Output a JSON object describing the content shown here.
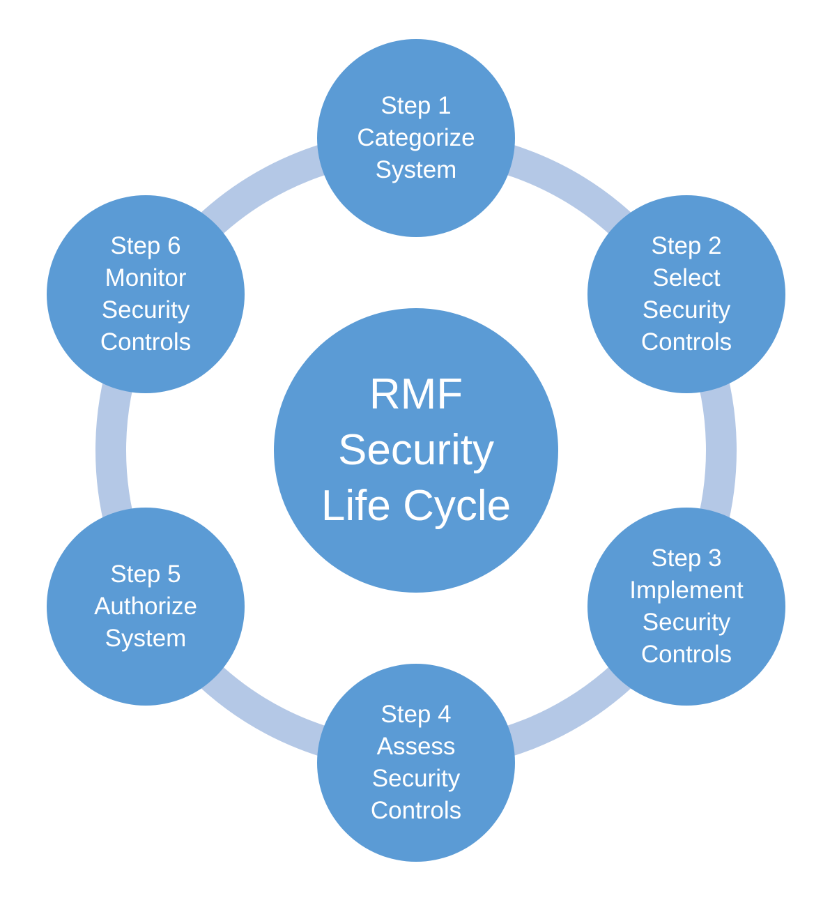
{
  "diagram": {
    "type": "cycle",
    "colors": {
      "node_fill": "#5b9bd5",
      "ring": "#b4c8e6",
      "text": "#ffffff"
    },
    "center": {
      "lines": [
        "RMF",
        "Security",
        "Life Cycle"
      ]
    },
    "steps": [
      {
        "lines": [
          "Step 1",
          "Categorize",
          "System"
        ]
      },
      {
        "lines": [
          "Step 2",
          "Select",
          "Security",
          "Controls"
        ]
      },
      {
        "lines": [
          "Step 3",
          "Implement",
          "Security",
          "Controls"
        ]
      },
      {
        "lines": [
          "Step 4",
          "Assess",
          "Security",
          "Controls"
        ]
      },
      {
        "lines": [
          "Step 5",
          "Authorize",
          "System"
        ]
      },
      {
        "lines": [
          "Step 6",
          "Monitor",
          "Security",
          "Controls"
        ]
      }
    ]
  }
}
